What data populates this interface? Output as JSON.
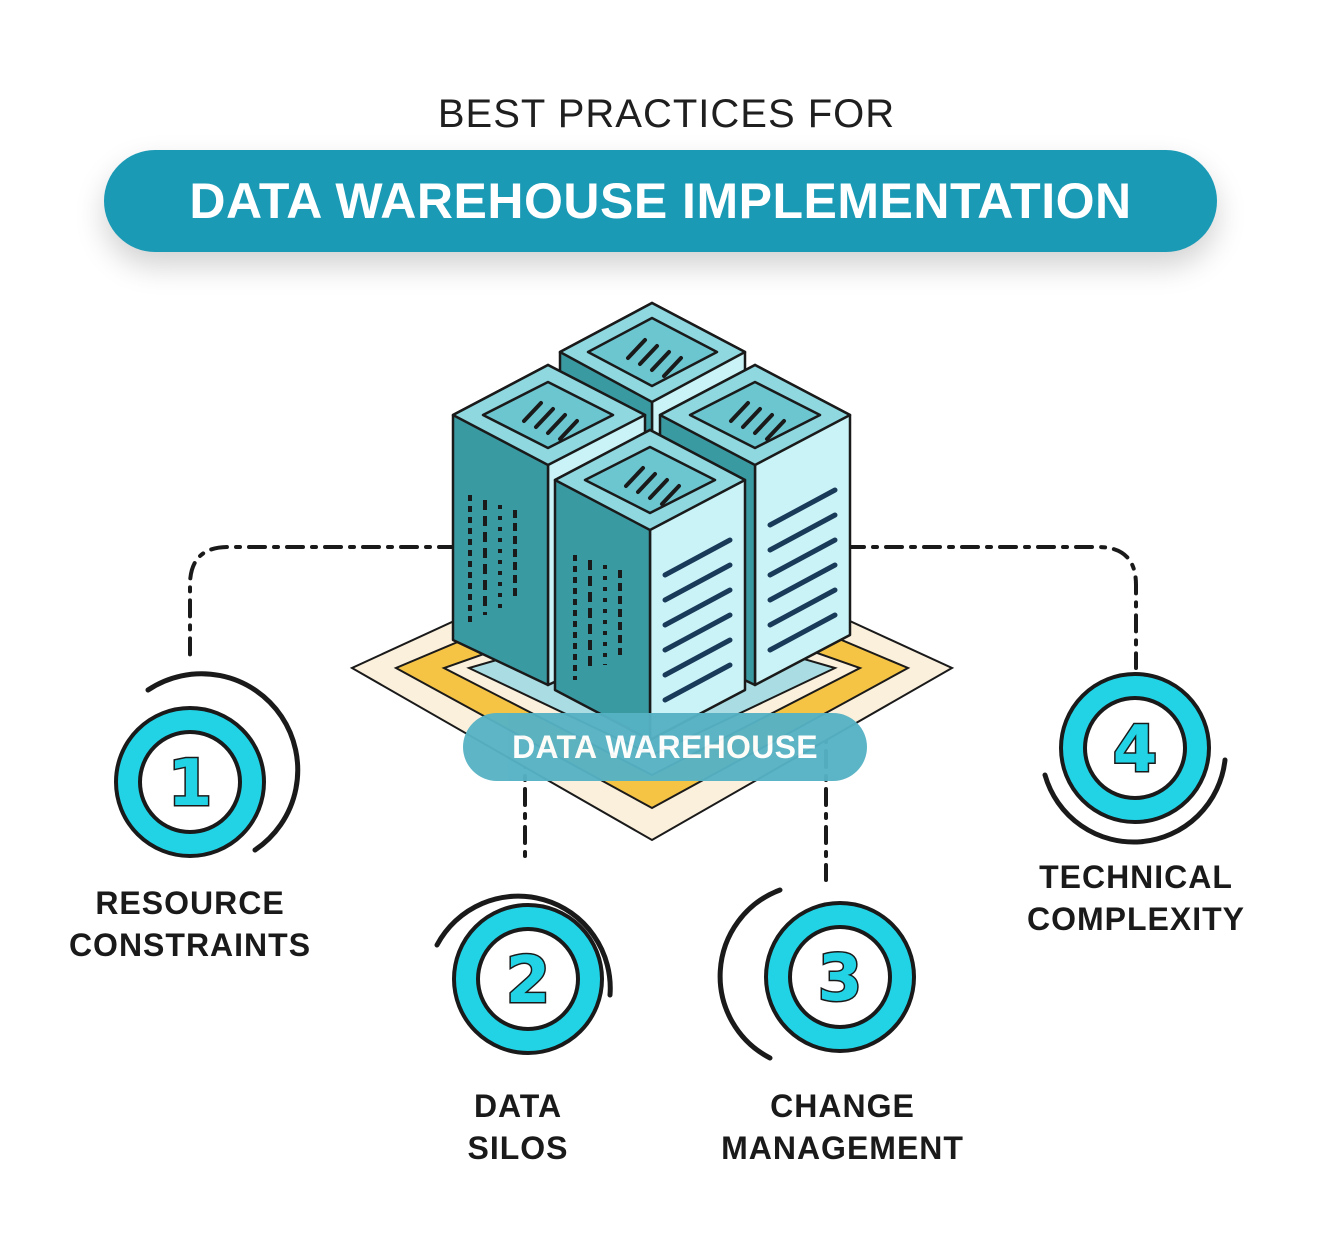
{
  "header": {
    "subtitle": "BEST PRACTICES FOR",
    "title": "DATA WAREHOUSE IMPLEMENTATION"
  },
  "hub": {
    "label": "DATA WAREHOUSE"
  },
  "steps": [
    {
      "number": "1",
      "line1": "RESOURCE",
      "line2": "CONSTRAINTS"
    },
    {
      "number": "2",
      "line1": "DATA",
      "line2": "SILOS"
    },
    {
      "number": "3",
      "line1": "CHANGE",
      "line2": "MANAGEMENT"
    },
    {
      "number": "4",
      "line1": "TECHNICAL",
      "line2": "COMPLEXITY"
    }
  ],
  "colors": {
    "accent": "#1b9ab6",
    "ring": "#22d3e6",
    "server_dark": "#3a9aa2",
    "server_light": "#c9f3f7",
    "platform": "#f6c445"
  },
  "icons": [
    "server-rack-icon"
  ]
}
